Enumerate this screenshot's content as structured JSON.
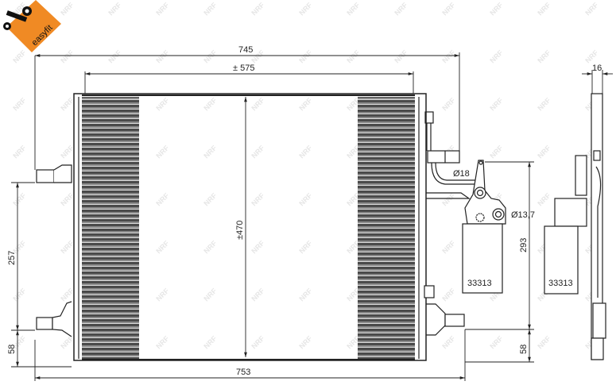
{
  "brand": {
    "badge_text": "easyfit",
    "badge_color": "#f08a24",
    "watermark_text": "NRF",
    "icon": "wrench-icon"
  },
  "dimensions": {
    "overall_width_top": "745",
    "core_width": "± 575",
    "core_height": "±470",
    "overall_width_bottom": "753",
    "left_mount_height": "257",
    "left_bottom_offset": "58",
    "right_height": "293",
    "right_bottom_offset": "58",
    "depth": "16",
    "pipe_diameter_1": "Ø18",
    "pipe_diameter_2": "Ø13,7"
  },
  "parts": {
    "drier_front_label": "33313",
    "drier_side_label": "33313"
  },
  "colors": {
    "line": "#222222",
    "fin_dark": "#555555",
    "watermark": "#e8e8e8"
  }
}
